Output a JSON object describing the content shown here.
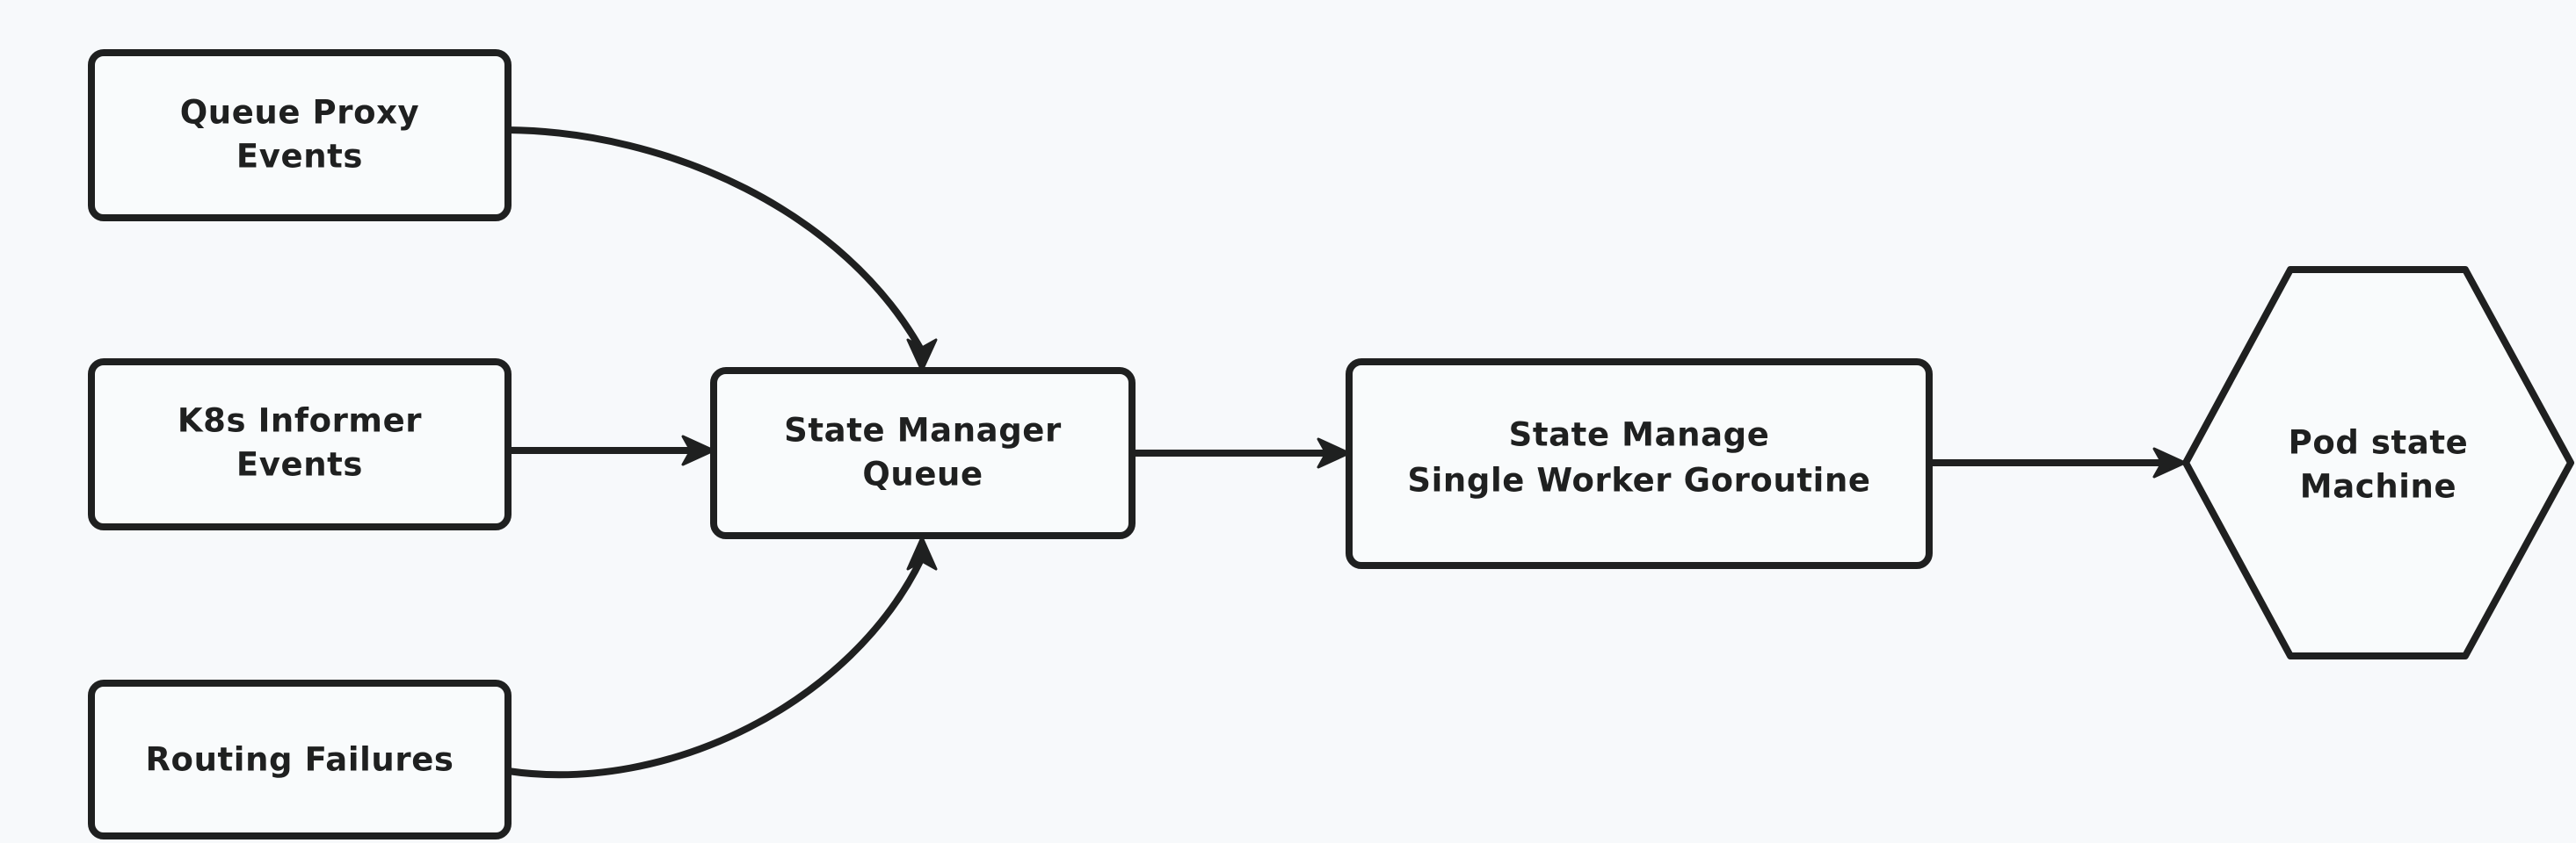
{
  "diagram": {
    "type": "flowchart",
    "direction": "left-to-right",
    "background_color": "#f7f9fb",
    "stroke_color": "#1f2020",
    "node_fill_color": "#f9fbfc",
    "title": "",
    "nodes": [
      {
        "id": "queue-proxy-events",
        "shape": "rounded-rectangle",
        "lines": [
          "Queue Proxy",
          "Events"
        ]
      },
      {
        "id": "k8s-informer-events",
        "shape": "rounded-rectangle",
        "lines": [
          "K8s Informer",
          "Events"
        ]
      },
      {
        "id": "routing-failures",
        "shape": "rounded-rectangle",
        "lines": [
          "Routing Failures"
        ]
      },
      {
        "id": "state-manager-queue",
        "shape": "rounded-rectangle",
        "lines": [
          "State Manager",
          "Queue"
        ]
      },
      {
        "id": "state-manage-worker",
        "shape": "rounded-rectangle",
        "lines": [
          "State Manage",
          "Single Worker Goroutine"
        ]
      },
      {
        "id": "pod-state-machine",
        "shape": "hexagon",
        "lines": [
          "Pod state",
          "Machine"
        ]
      }
    ],
    "edges": [
      {
        "id": "edge-queue-proxy-to-queue",
        "from": "queue-proxy-events",
        "to": "state-manager-queue",
        "style": "curved",
        "arrow": "single",
        "label": ""
      },
      {
        "id": "edge-k8s-to-queue",
        "from": "k8s-informer-events",
        "to": "state-manager-queue",
        "style": "straight",
        "arrow": "single",
        "label": ""
      },
      {
        "id": "edge-routing-to-queue",
        "from": "routing-failures",
        "to": "state-manager-queue",
        "style": "curved",
        "arrow": "single",
        "label": ""
      },
      {
        "id": "edge-queue-to-worker",
        "from": "state-manager-queue",
        "to": "state-manage-worker",
        "style": "straight",
        "arrow": "single",
        "label": ""
      },
      {
        "id": "edge-worker-to-pod",
        "from": "state-manage-worker",
        "to": "pod-state-machine",
        "style": "straight",
        "arrow": "single",
        "label": ""
      }
    ]
  }
}
